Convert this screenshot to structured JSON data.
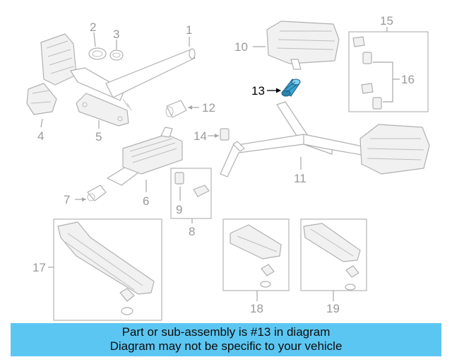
{
  "diagram": {
    "callouts": {
      "c1": "1",
      "c2": "2",
      "c3": "3",
      "c4": "4",
      "c5": "5",
      "c6": "6",
      "c7": "7",
      "c8": "8",
      "c9": "9",
      "c10": "10",
      "c11": "11",
      "c12": "12",
      "c13": "13",
      "c14": "14",
      "c15": "15",
      "c16": "16",
      "c17": "17",
      "c18": "18",
      "c19": "19"
    },
    "highlight_part": "13",
    "colors": {
      "highlight": "#3aa3d4",
      "line_art": "#b0b0b0",
      "banner": "#5cc6f2"
    }
  },
  "banner": {
    "line1": "Part or sub-assembly is #13 in diagram",
    "line2": "Diagram may not be specific to your vehicle"
  }
}
